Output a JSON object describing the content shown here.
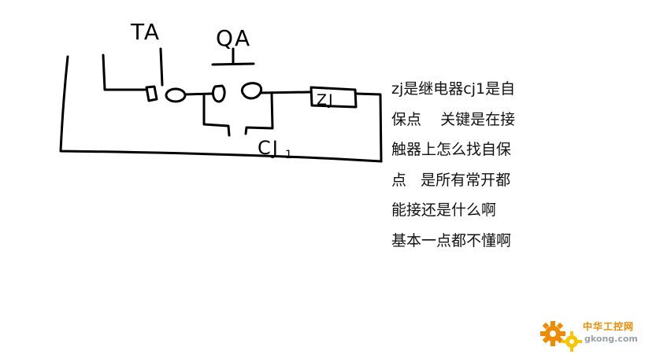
{
  "diagram": {
    "labels": {
      "ta": "TA",
      "qa": "QA",
      "zj": "ZJ",
      "cj": "CJ",
      "cj_sub": "1"
    }
  },
  "note": {
    "lines": [
      "zj是继电器cj1是自",
      "保点    关键是在接",
      "触器上怎么找自保",
      "点   是所有常开都",
      "能接还是什么啊",
      "基本一点都不懂啊"
    ]
  },
  "watermark": {
    "cn": "中华工控网",
    "en": "gkong.com"
  },
  "colors": {
    "ink": "#000000",
    "watermark_orange": "#f08a00",
    "watermark_yellow": "#f7c600",
    "watermark_gray": "#9aa0a6"
  }
}
